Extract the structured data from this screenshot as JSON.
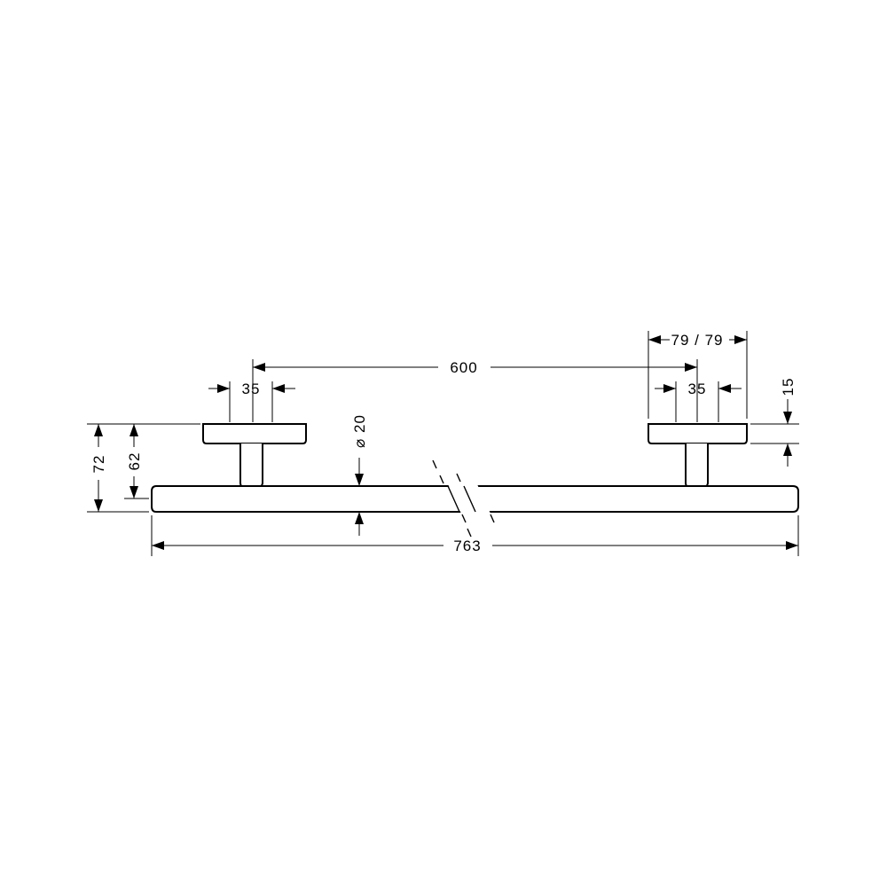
{
  "dimensions": {
    "overall_length": "763",
    "post_spacing": "600",
    "flange_width_left": "35",
    "flange_width_right": "35",
    "flange_diameter": "79 / 79",
    "flange_height": "15",
    "bar_diameter": "⌀ 20",
    "total_projection": "72",
    "bar_projection": "62"
  }
}
